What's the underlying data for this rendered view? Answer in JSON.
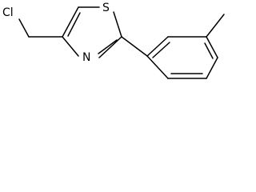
{
  "structure": {
    "atoms": {
      "cl": "Cl",
      "s": "S",
      "n": "N"
    }
  }
}
